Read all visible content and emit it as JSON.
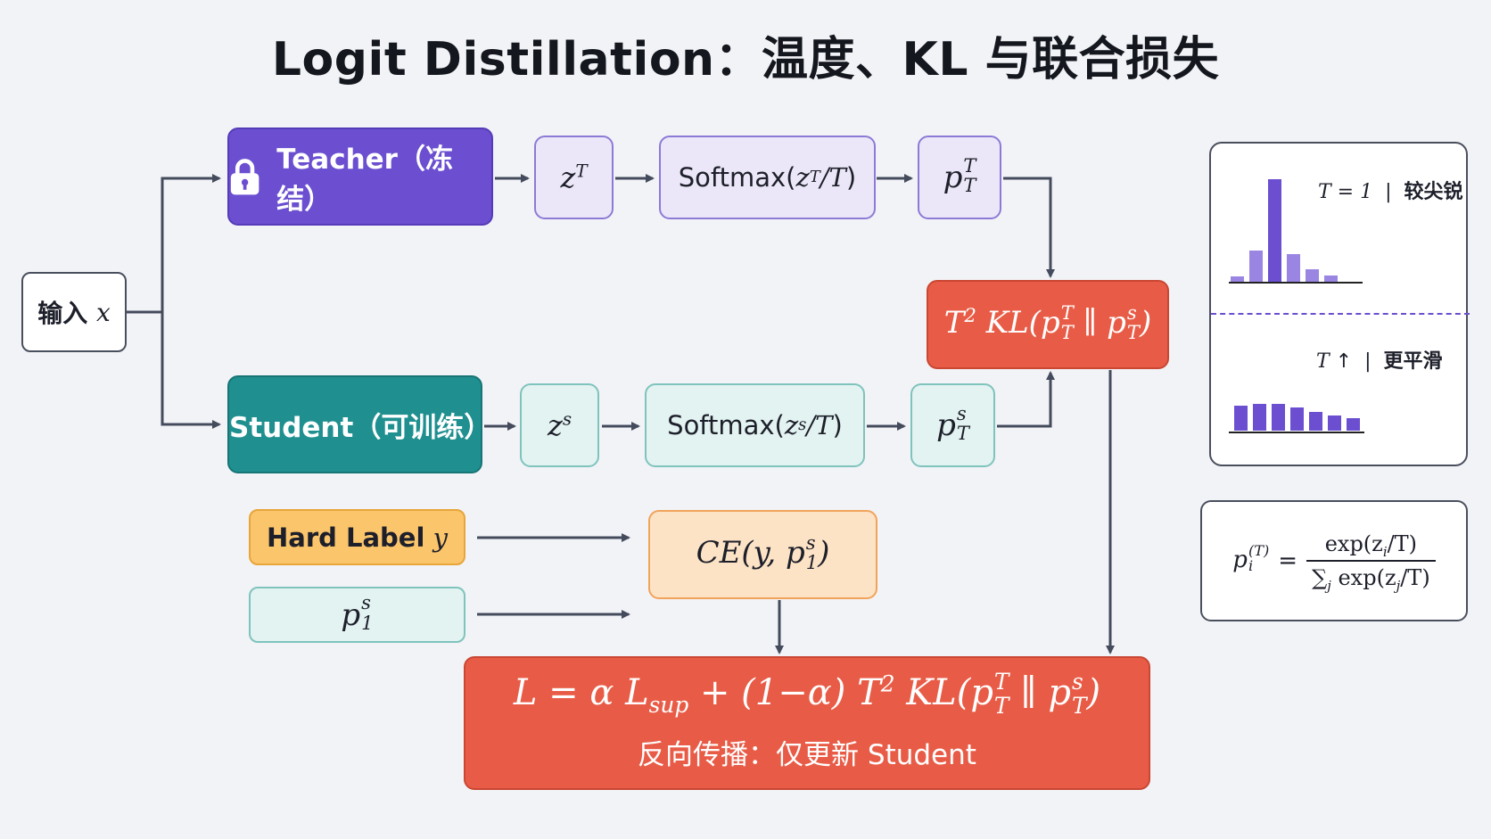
{
  "title": "Logit Distillation：温度、KL 与联合损失",
  "input": {
    "label": "输入",
    "var": "x"
  },
  "teacher": {
    "label": "Teacher（冻结）"
  },
  "student": {
    "label": "Student（可训练）"
  },
  "teacher_row": {
    "logit": "z",
    "logit_sup": "T",
    "softmax_prefix": "Softmax(",
    "softmax_var": "z",
    "softmax_sup": "T",
    "softmax_div": " / ",
    "softmax_T": "T",
    "softmax_suffix": ")",
    "prob": "p",
    "prob_sup": "T",
    "prob_sub": "T"
  },
  "student_row": {
    "logit": "z",
    "logit_sup": "s",
    "softmax_prefix": "Softmax(",
    "softmax_var": "z",
    "softmax_sup": "s",
    "softmax_div": " / ",
    "softmax_T": "T",
    "softmax_suffix": ")",
    "prob": "p",
    "prob_sup": "s",
    "prob_sub": "T"
  },
  "kl_box": {
    "text_a": "T",
    "text_a_sup": "2",
    "text_b": " KL(",
    "p1": "p",
    "p1_sup": "T",
    "p1_sub": "T",
    "mid": " ∥ ",
    "p2": "p",
    "p2_sup": "s",
    "p2_sub": "T",
    "end": ")"
  },
  "hard_label": {
    "label": "Hard Label",
    "var": "y"
  },
  "p1s": {
    "p": "p",
    "sup": "s",
    "sub": "1"
  },
  "ce_box": {
    "pre": "CE(y, ",
    "p": "p",
    "sup": "s",
    "sub": "1",
    "end": ")"
  },
  "loss_box": {
    "formula_a": "L = α L",
    "formula_sub": "sup",
    "formula_b": " + (1−α) T",
    "formula_sup": "2",
    "formula_c": " KL(",
    "p1": "p",
    "p1_sup": "T",
    "p1_sub": "T",
    "mid": " ∥ ",
    "p2": "p",
    "p2_sup": "s",
    "p2_sub": "T",
    "end": ")",
    "subtitle": "反向传播：仅更新 Student"
  },
  "temperature_panel": {
    "top_label_var": "T",
    "top_label_eq": " = 1",
    "top_label_sep": "|",
    "top_label_text": "较尖锐",
    "bottom_label_var": "T",
    "bottom_label_arrow": "↑",
    "bottom_label_sep": "|",
    "bottom_label_text": "更平滑",
    "sharp_bars": [
      0.05,
      0.3,
      1.0,
      0.27,
      0.12,
      0.06
    ],
    "smooth_bars": [
      0.92,
      1.0,
      1.0,
      0.88,
      0.7,
      0.58,
      0.45
    ]
  },
  "formula_panel": {
    "lhs": "p",
    "lhs_sup": "(T)",
    "lhs_sub": "i",
    "eq": "=",
    "num": "exp(z",
    "num_sub": "i",
    "num_end": "/T)",
    "den_sum": "∑",
    "den_sum_sub": "j",
    "den": " exp(z",
    "den_sub": "j",
    "den_end": "/T)"
  },
  "colors": {
    "teacher": "#6b4fd0",
    "student": "#1f8f8f",
    "loss": "#e85c47",
    "hard_label": "#fbc56b",
    "arrow": "#444b5c"
  }
}
